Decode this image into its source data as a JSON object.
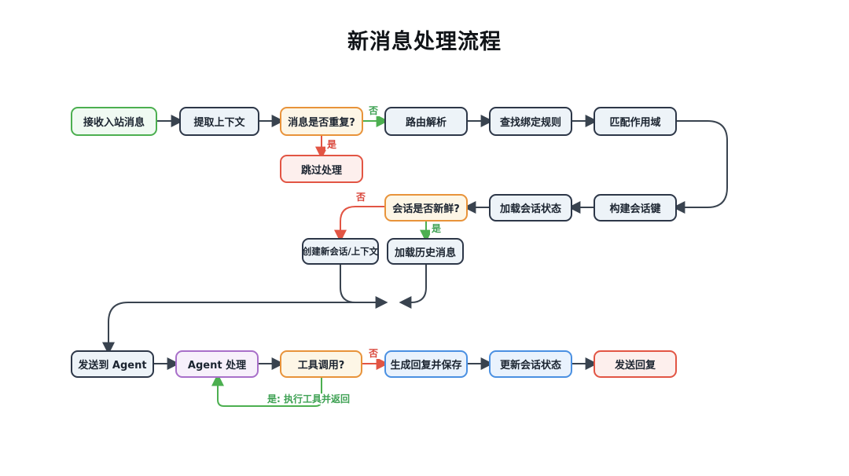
{
  "title": "新消息处理流程",
  "palette": {
    "edge_dark": "#39434f",
    "edge_green": "#4caf50",
    "edge_red": "#e25544",
    "node_default_border": "#2d3748",
    "node_default_fill": "#edf3f8",
    "node_green_border": "#4caf50",
    "node_green_fill": "#f0faf2",
    "node_orange_border": "#e8933a",
    "node_orange_fill": "#fdf6e6",
    "node_red_border": "#e25544",
    "node_red_fill": "#fdefed",
    "node_purple_border": "#a86fc9",
    "node_purple_fill": "#f7f0fb",
    "node_blue_border": "#4a90e2",
    "node_blue_fill": "#e9f2fd"
  },
  "nodes": [
    {
      "id": "receive-inbound-message",
      "label": "接收入站消息",
      "kind": "green"
    },
    {
      "id": "extract-context",
      "label": "提取上下文",
      "kind": "default"
    },
    {
      "id": "duplicate-check",
      "label": "消息是否重复?",
      "kind": "orange"
    },
    {
      "id": "skip-processing",
      "label": "跳过处理",
      "kind": "red"
    },
    {
      "id": "route-parse",
      "label": "路由解析",
      "kind": "default"
    },
    {
      "id": "find-binding-rules",
      "label": "查找绑定规则",
      "kind": "default"
    },
    {
      "id": "match-scope",
      "label": "匹配作用域",
      "kind": "default"
    },
    {
      "id": "build-session-key",
      "label": "构建会话键",
      "kind": "default"
    },
    {
      "id": "load-session-state",
      "label": "加载会话状态",
      "kind": "default"
    },
    {
      "id": "session-fresh-check",
      "label": "会话是否新鲜?",
      "kind": "orange"
    },
    {
      "id": "create-new-session",
      "label": "创建新会话/上下文",
      "kind": "default"
    },
    {
      "id": "load-history",
      "label": "加载历史消息",
      "kind": "default"
    },
    {
      "id": "send-to-agent",
      "label": "发送到 Agent",
      "kind": "default"
    },
    {
      "id": "agent-process",
      "label": "Agent 处理",
      "kind": "purple"
    },
    {
      "id": "tool-call-check",
      "label": "工具调用?",
      "kind": "orange"
    },
    {
      "id": "generate-reply-save",
      "label": "生成回复并保存",
      "kind": "blue"
    },
    {
      "id": "update-session-state",
      "label": "更新会话状态",
      "kind": "blue"
    },
    {
      "id": "send-reply",
      "label": "发送回复",
      "kind": "red"
    }
  ],
  "edge_labels": {
    "dup_no": {
      "text": "否"
    },
    "dup_yes": {
      "text": "是"
    },
    "fresh_no": {
      "text": "否"
    },
    "fresh_yes": {
      "text": "是"
    },
    "tool_no": {
      "text": "否"
    },
    "tool_yes": {
      "text": "是: 执行工具并返回"
    }
  }
}
